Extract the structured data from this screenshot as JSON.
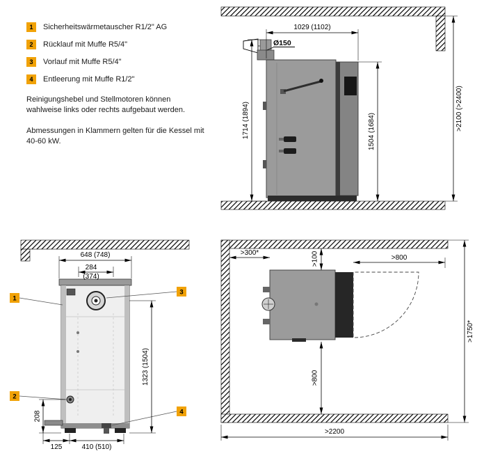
{
  "colors": {
    "accent": "#F1A207",
    "boiler_gray": "#9B9B9B",
    "boiler_dark": "#262626",
    "line": "#000000"
  },
  "legend": {
    "items": [
      {
        "num": "1",
        "label": "Sicherheitswärmetauscher R1/2\" AG"
      },
      {
        "num": "2",
        "label": "Rücklauf mit Muffe R5/4\""
      },
      {
        "num": "3",
        "label": "Vorlauf mit Muffe R5/4\""
      },
      {
        "num": "4",
        "label": "Entleerung mit Muffe R1/2\""
      }
    ],
    "note_assembly": "Reinigungshebel und Stellmotoren können wahlweise links oder rechts aufgebaut werden.",
    "note_dimensions": "Abmessungen in Klammern gelten für die Kessel mit 40-60 kW."
  },
  "side_view": {
    "depth": "1029 (1102)",
    "flue_diameter": "Ø150",
    "height_total": "1714 (1894)",
    "height_body": "1504 (1684)",
    "room_height": ">2100 (>2400)"
  },
  "front_view": {
    "width_total": "648 (748)",
    "width_inner": "284",
    "width_inner_alt": "(374)",
    "height_connection": "1323 (1504)",
    "height_return": "208",
    "offset_left": "125",
    "width_base": "410 (510)"
  },
  "top_view": {
    "clearance_left": ">300*",
    "clearance_back": ">100",
    "clearance_door": ">800",
    "clearance_front": ">800",
    "room_depth": ">1750*",
    "room_width": ">2200"
  }
}
